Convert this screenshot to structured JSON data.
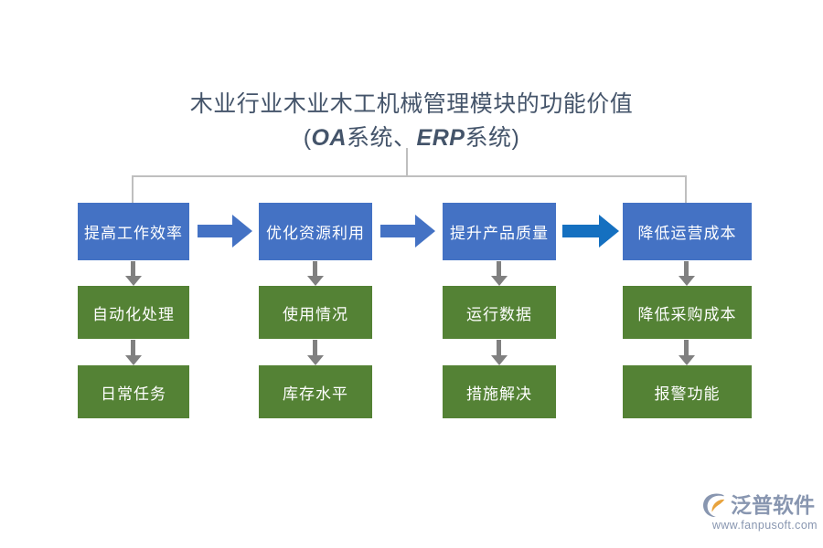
{
  "title": {
    "line1": "木业行业木业木工机械管理模块的功能价值",
    "line2_prefix": "(",
    "line2_latin1": "OA",
    "line2_mid1": "系统、",
    "line2_latin2": "ERP",
    "line2_mid2": "系统",
    "line2_suffix": ")",
    "color": "#44546A"
  },
  "colors": {
    "box_blue": "#4472C4",
    "box_green": "#548235",
    "arrow_blue": "#4472C4",
    "arrow_blue_accent": "#1570C0",
    "arrow_grey": "#808080",
    "connector_grey": "#BFBFBF",
    "text_on_box": "#FFFFFF",
    "logo_blue": "#8896B0",
    "logo_orange": "#E8A33D",
    "background": "#FFFFFF"
  },
  "columns": [
    {
      "primary": "提高工作效率",
      "steps": [
        "自动化处理",
        "日常任务"
      ]
    },
    {
      "primary": "优化资源利用",
      "steps": [
        "使用情况",
        "库存水平"
      ]
    },
    {
      "primary": "提升产品质量",
      "steps": [
        "运行数据",
        "措施解决"
      ]
    },
    {
      "primary": "降低运营成本",
      "steps": [
        "降低采购成本",
        "报警功能"
      ]
    }
  ],
  "flow_arrows": [
    {
      "from": "提高工作效率",
      "to": "优化资源利用",
      "color": "#4472C4"
    },
    {
      "from": "优化资源利用",
      "to": "提升产品质量",
      "color": "#4472C4"
    },
    {
      "from": "提升产品质量",
      "to": "降低运营成本",
      "color": "#1570C0"
    }
  ],
  "logo": {
    "name": "泛普软件",
    "url": "www.fanpusoft.com"
  }
}
